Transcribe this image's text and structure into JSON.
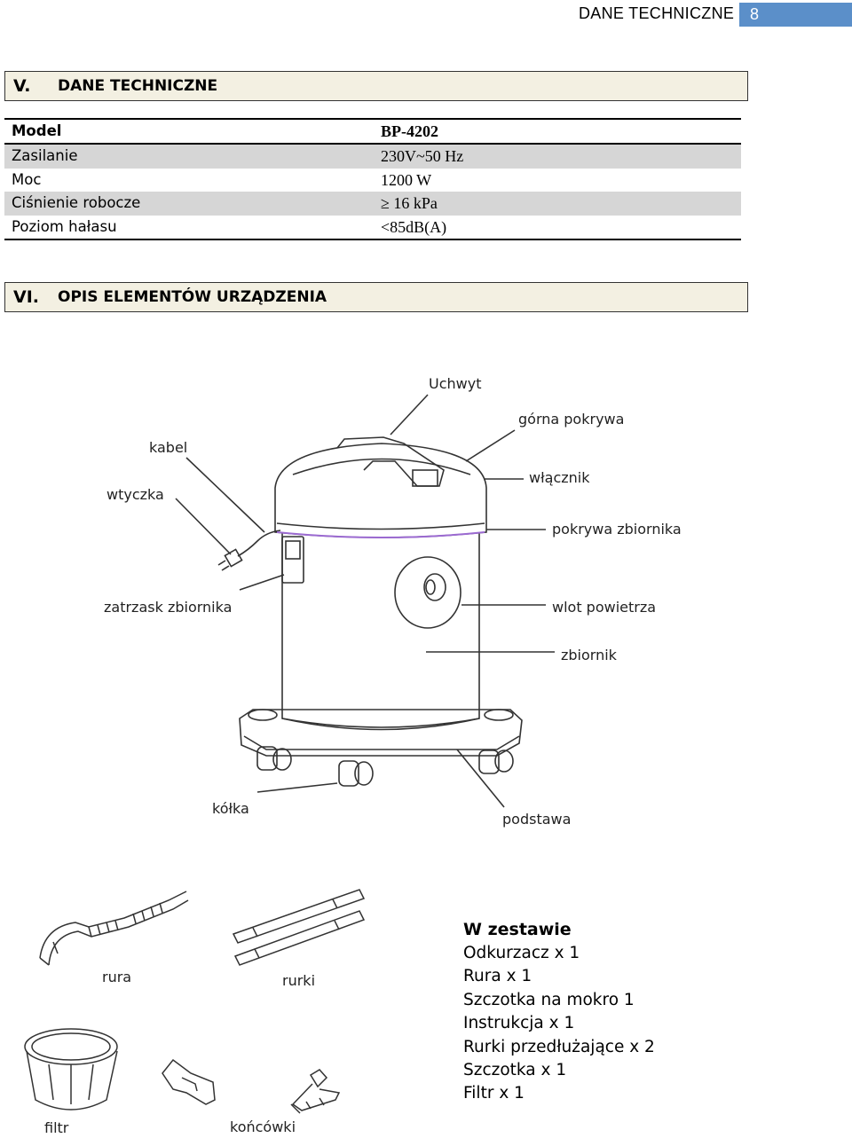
{
  "header": {
    "title": "DANE TECHNICZNE",
    "page": "8"
  },
  "section5": {
    "num": "V.",
    "title": "DANE TECHNICZNE"
  },
  "specs": [
    {
      "label": "Model",
      "value": "BP-4202"
    },
    {
      "label": "Zasilanie",
      "value": "230V~50 Hz"
    },
    {
      "label": "Moc",
      "value": "1200 W"
    },
    {
      "label": "Ciśnienie robocze",
      "value": "≥ 16 kPa"
    },
    {
      "label": "Poziom hałasu",
      "value": "<85dB(A)"
    }
  ],
  "section6": {
    "num": "VI.",
    "title": "OPIS ELEMENTÓW URZĄDZENIA"
  },
  "diagram_labels": {
    "uchwyt": "Uchwyt",
    "gorna_pokrywa": "górna pokrywa",
    "kabel": "kabel",
    "wtyczka": "wtyczka",
    "wlacznik": "włącznik",
    "pokrywa_zbiornika": "pokrywa zbiornika",
    "zatrzask": "zatrzask zbiornika",
    "wlot": "wlot powietrza",
    "zbiornik": "zbiornik",
    "kolka": "kółka",
    "podstawa": "podstawa"
  },
  "accessory_labels": {
    "rura": "rura",
    "rurki": "rurki",
    "filtr": "filtr",
    "koncowki": "końcówki"
  },
  "kit": {
    "title": "W zestawie",
    "items": [
      "Odkurzacz x 1",
      "Rura x 1",
      "Szczotka na mokro 1",
      "Instrukcja x 1",
      "Rurki przedłużające x 2",
      "Szczotka  x 1",
      "Filtr  x 1"
    ]
  }
}
